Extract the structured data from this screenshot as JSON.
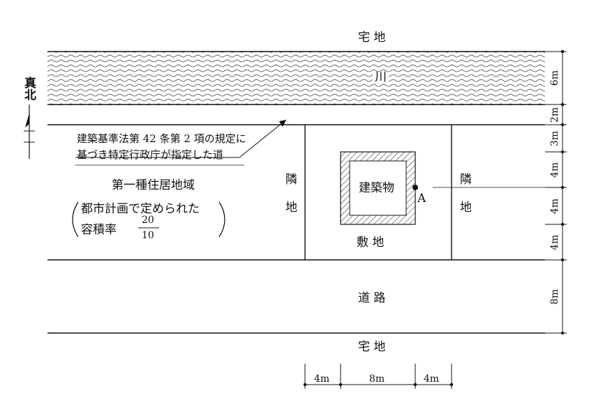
{
  "labels": {
    "north_house": "宅 地",
    "south_house": "宅 地",
    "river": "川",
    "true_north": "真北",
    "road_note_line1": "建築基準法第 42 条第 2 項の規定に",
    "road_note_line2": "基づき特定行政庁が指定した道",
    "zone_title": "第一種住居地域",
    "zone_paren_line1": "都市計画で定められた",
    "zone_paren_line2": "容積率",
    "far_numerator": "20",
    "far_denominator": "10",
    "neighbor_left": "隣\n地",
    "neighbor_left_top": "隣",
    "neighbor_left_bottom": "地",
    "neighbor_right_top": "隣",
    "neighbor_right_bottom": "地",
    "building": "建築物",
    "site": "敷 地",
    "point_a": "A",
    "road": "道 路"
  },
  "dimensions_right": [
    "6m",
    "2m",
    "3m",
    "4m",
    "4m",
    "4m",
    "8m"
  ],
  "dimensions_bottom": [
    "4m",
    "8m",
    "4m"
  ]
}
